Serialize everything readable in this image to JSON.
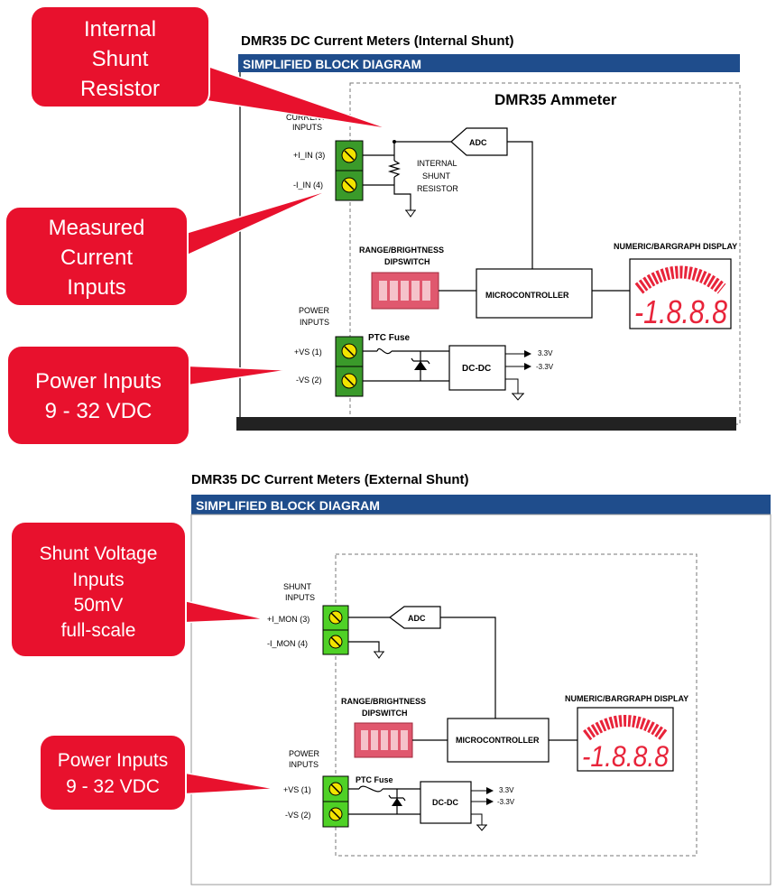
{
  "top": {
    "title": "DMR35 DC Current Meters (Internal Shunt)",
    "banner": "SIMPLIFIED BLOCK DIAGRAM",
    "heading": "DMR35 Ammeter",
    "current_inputs_label": [
      "CURRENT",
      "INPUTS"
    ],
    "pin_plus_in": "+I_IN (3)",
    "pin_minus_in": "-I_IN (4)",
    "shunt_label": [
      "INTERNAL",
      "SHUNT",
      "RESISTOR"
    ],
    "adc": "ADC",
    "dip_label": [
      "RANGE/BRIGHTNESS",
      "DIPSWITCH"
    ],
    "micro": "MICROCONTROLLER",
    "display_label": "NUMERIC/BARGRAPH DISPLAY",
    "display_value": "-1.8.8.8",
    "power_inputs_label": [
      "POWER",
      "INPUTS"
    ],
    "pin_plus_vs": "+VS (1)",
    "pin_minus_vs": "-VS (2)",
    "ptc": "PTC Fuse",
    "dcdc": "DC-DC",
    "out_pos": "3.3V",
    "out_neg": "-3.3V",
    "callout_shunt": [
      "Internal",
      "Shunt",
      "Resistor"
    ],
    "callout_measured": [
      "Measured",
      "Current",
      "Inputs"
    ],
    "callout_power": [
      "Power Inputs",
      "9 - 32 VDC"
    ]
  },
  "bottom": {
    "title": "DMR35 DC Current Meters (External Shunt)",
    "banner": "SIMPLIFIED BLOCK DIAGRAM",
    "shunt_inputs_label": [
      "SHUNT",
      "INPUTS"
    ],
    "pin_plus_mon": "+I_MON (3)",
    "pin_minus_mon": "-I_MON (4)",
    "adc": "ADC",
    "dip_label": [
      "RANGE/BRIGHTNESS",
      "DIPSWITCH"
    ],
    "micro": "MICROCONTROLLER",
    "display_label": "NUMERIC/BARGRAPH DISPLAY",
    "display_value": "-1.8.8.8",
    "power_inputs_label": [
      "POWER",
      "INPUTS"
    ],
    "pin_plus_vs": "+VS (1)",
    "pin_minus_vs": "-VS (2)",
    "ptc": "PTC Fuse",
    "dcdc": "DC-DC",
    "out_pos": "3.3V",
    "out_neg": "-3.3V",
    "callout_shunt_voltage": [
      "Shunt Voltage",
      "Inputs",
      "50mV",
      "full-scale"
    ],
    "callout_power": [
      "Power Inputs",
      "9 - 32 VDC"
    ]
  },
  "colors": {
    "banner": "#1f4d8c",
    "callout": "#e8112d",
    "terminal_top": "#3a9a2a",
    "terminal_bottom": "#4fd126",
    "dipswitch": "#e0586e",
    "display": "#e8243a"
  }
}
